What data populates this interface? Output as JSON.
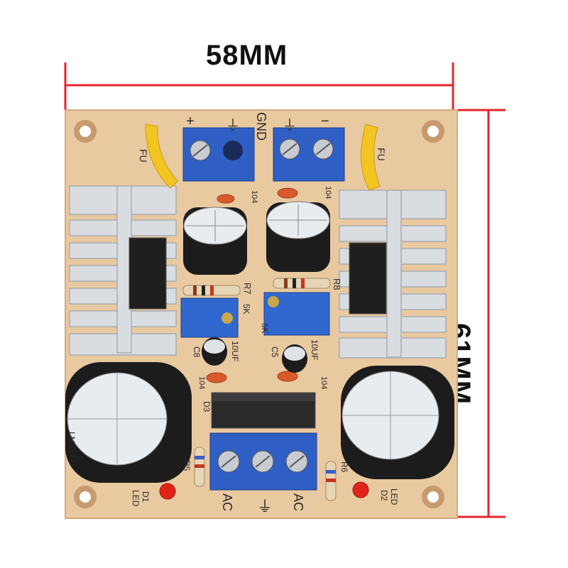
{
  "dimensions": {
    "width": "58MM",
    "height": "61MM"
  },
  "board_labels": {
    "top_left_terminal": "+",
    "top_gnd_left": "⏚",
    "top_gnd": "GND",
    "top_gnd_right": "⏚",
    "top_right_terminal": "−",
    "fu_left": "FU",
    "fu_right": "FU",
    "cap_104_a": "104",
    "cap_104_b": "104",
    "r7": "R7",
    "r8": "R8",
    "pot_5k_left": "5K",
    "pot_5k_right": "5K",
    "c8": "C8",
    "c5": "C5",
    "c8_val": "10UF",
    "c5_val": "10UF",
    "cap_104_c": "104",
    "cap_104_d": "104",
    "d3": "D3",
    "r5": "R5",
    "r6": "R6",
    "d1": "D1",
    "d1_led": "LED",
    "d2": "D2",
    "d2_led": "LED",
    "ac_left": "AC",
    "ac_right": "AC",
    "gnd_bottom": "⏚",
    "lm337": "LM337+"
  },
  "colors": {
    "pcb": "#e9c9a0",
    "pcb_edge": "#d7b187",
    "terminal_blue": "#2f5fc4",
    "heatsink": "#d9dde2",
    "cap_black": "#1c1c1c",
    "dim_line": "#e3262e",
    "fuse_yellow": "#f2c522",
    "led_red": "#e2231a"
  }
}
